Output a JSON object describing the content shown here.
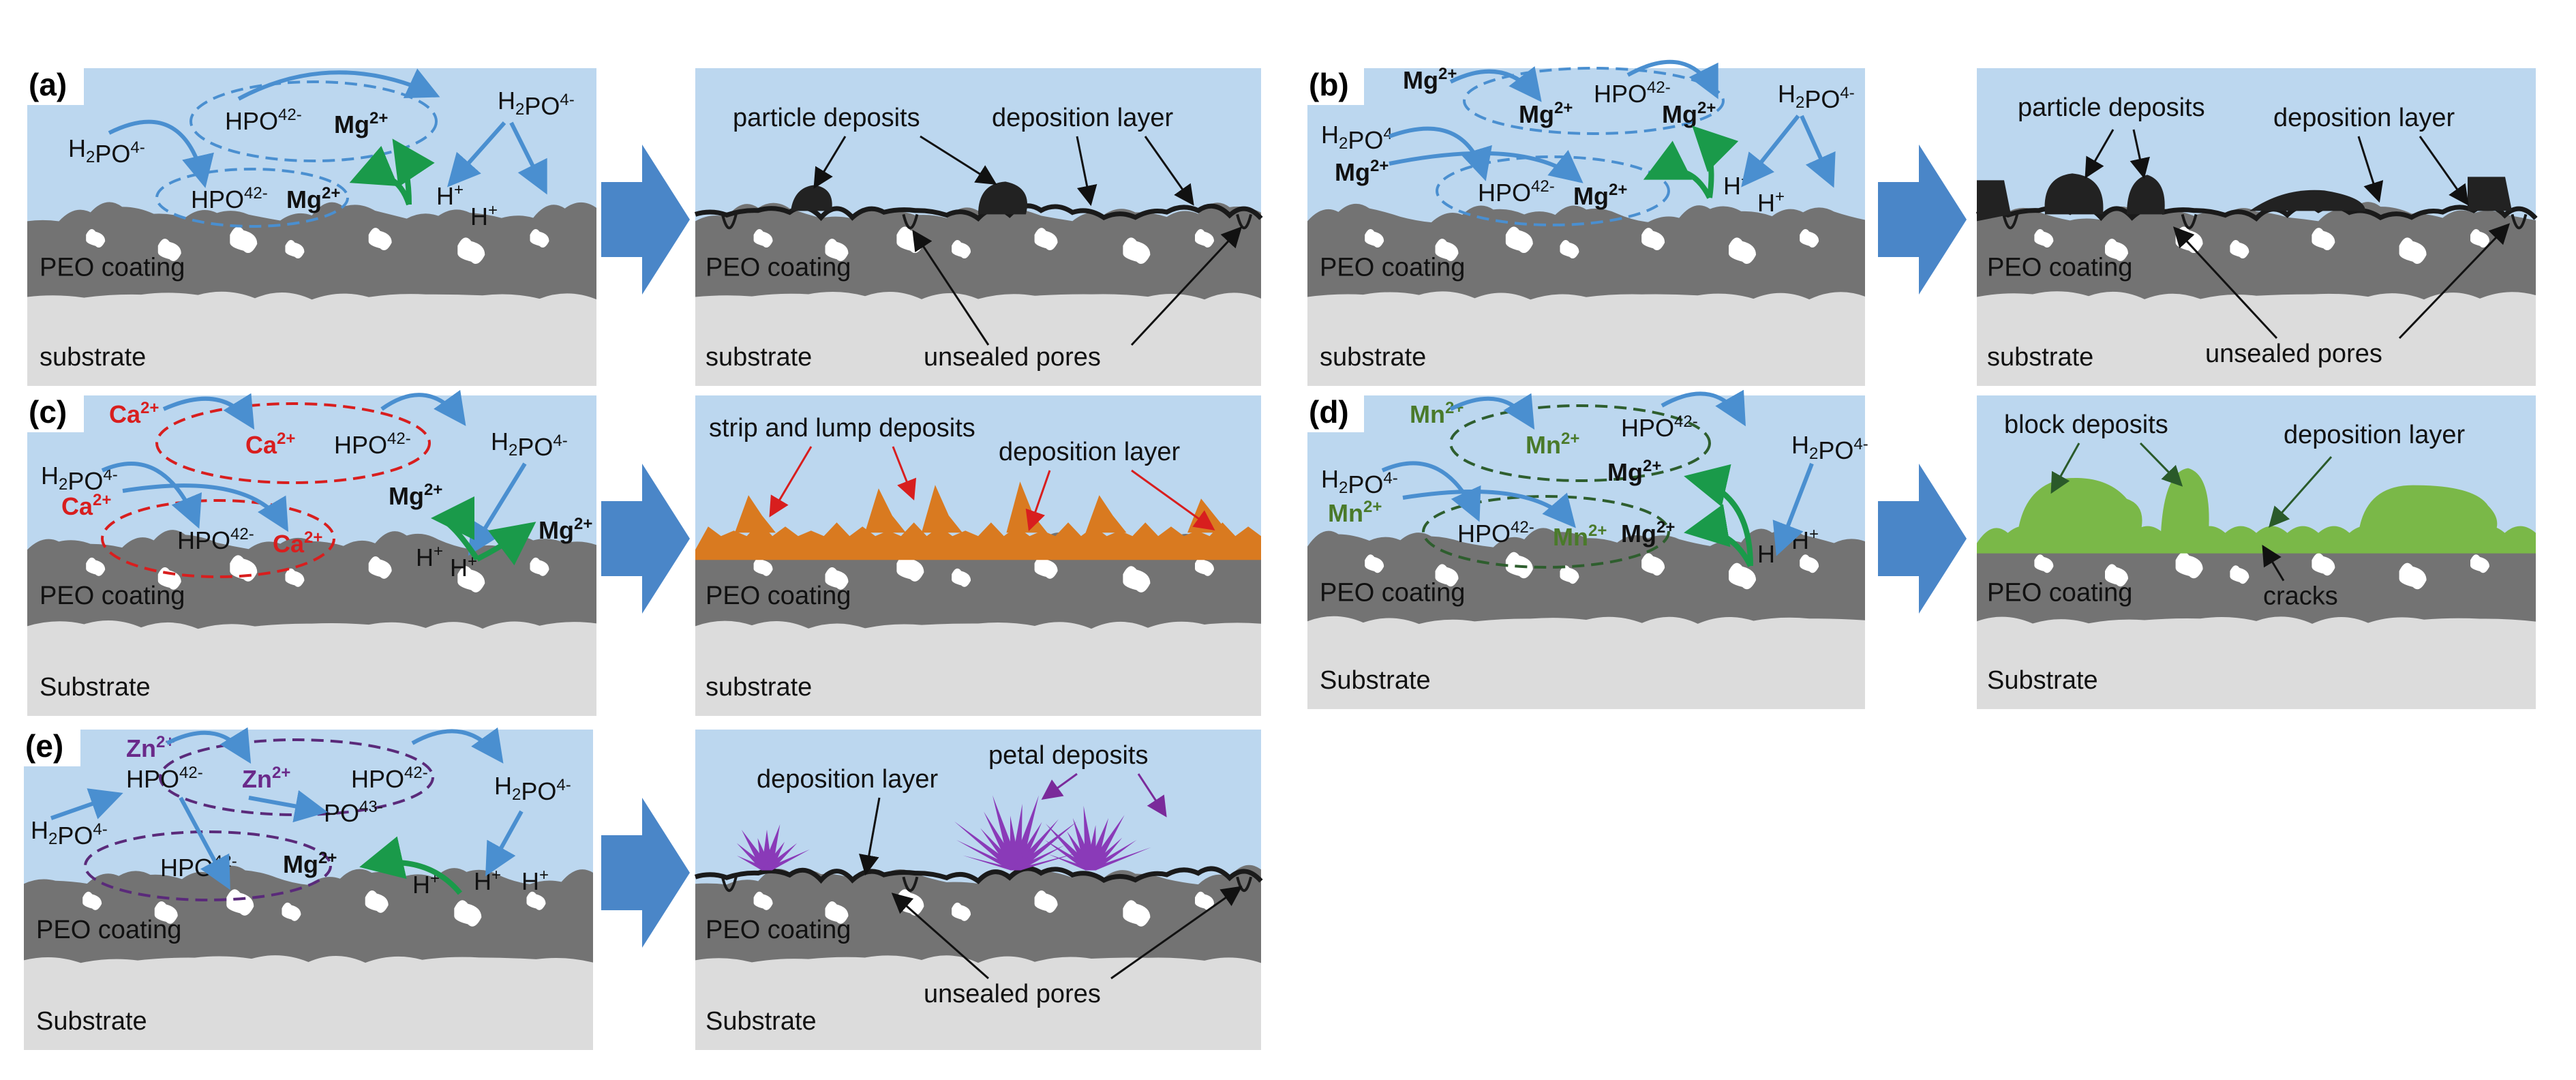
{
  "colors": {
    "solution": "#bcd7ef",
    "coating": "#737373",
    "coating_dark": "#5a5a5a",
    "substrate": "#dcdcdc",
    "arrow_blue": "#4a8fd0",
    "arrow_big": "#4a86c8",
    "arrow_green": "#1a9a4a",
    "deposit_black": "#222222",
    "ca_red": "#d81e1e",
    "deposit_orange": "#d97a20",
    "mn_green": "#4a7a2a",
    "deposit_green": "#7ab848",
    "zn_purple": "#6a2a8a",
    "deposit_purple": "#8a3ab8"
  },
  "panels": [
    {
      "id": "a",
      "label": "(a)",
      "left": {
        "coating_label": "PEO coating",
        "substrate_label": "substrate",
        "ions": {
          "h2po4_left": "H2PO4-",
          "h2po4_right": "H2PO4-",
          "hpo4_top": "HPO42-",
          "mg_top": "Mg2+",
          "hpo4_bottom": "HPO42-",
          "mg_bottom": "Mg2+",
          "h_a": "H+",
          "h_b": "H+"
        }
      },
      "right": {
        "coating_label": "PEO coating",
        "substrate_label": "substrate",
        "deposit_label": "particle deposits",
        "layer_label": "deposition layer",
        "bottom_label": "unsealed pores"
      }
    },
    {
      "id": "b",
      "label": "(b)",
      "left": {
        "coating_label": "PEO coating",
        "substrate_label": "substrate",
        "ions": {
          "mg_topleft": "Mg2+",
          "hpo4_top": "HPO42-",
          "mg_top1": "Mg2+",
          "mg_top2": "Mg2+",
          "h2po4_right": "H2PO4-",
          "h2po4_left": "H2PO4-",
          "mg_left": "Mg2+",
          "hpo4_bottom": "HPO42-",
          "mg_bottom": "Mg2+",
          "h_a": "H+",
          "h_b": "H+"
        }
      },
      "right": {
        "coating_label": "PEO coating",
        "substrate_label": "substrate",
        "deposit_label": "particle deposits",
        "layer_label": "deposition layer",
        "bottom_label": "unsealed pores"
      }
    },
    {
      "id": "c",
      "label": "(c)",
      "left": {
        "coating_label": "PEO coating",
        "substrate_label": "Substrate",
        "ions": {
          "ca_top": "Ca2+",
          "ca_circle": "Ca2+",
          "hpo4_top": "HPO42-",
          "h2po4_right": "H2PO4-",
          "h2po4_left": "H2PO4-",
          "ca_left": "Ca2+",
          "hpo4_bottom": "HPO42-",
          "ca_bottom": "Ca2+",
          "mg_mid": "Mg2+",
          "mg_right": "Mg2+",
          "h_a": "H+",
          "h_b": "H+"
        }
      },
      "right": {
        "coating_label": "PEO coating",
        "substrate_label": "substrate",
        "deposit_label": "strip and lump deposits",
        "layer_label": "deposition layer"
      }
    },
    {
      "id": "d",
      "label": "(d)",
      "left": {
        "coating_label": "PEO coating",
        "substrate_label": "Substrate",
        "ions": {
          "mn_top": "Mn2+",
          "mn_circle": "Mn2+",
          "hpo4_top": "HPO42-",
          "h2po4_right": "H2PO4-",
          "h2po4_left": "H2PO4-",
          "mn_left": "Mn2+",
          "mg_mid": "Mg2+",
          "hpo4_bottom": "HPO42-",
          "mn_bottom": "Mn2+",
          "mg_bottom": "Mg2+",
          "h_a": "H+",
          "h_b": "H+"
        }
      },
      "right": {
        "coating_label": "PEO coating",
        "substrate_label": "Substrate",
        "deposit_label": "block deposits",
        "layer_label": "deposition layer",
        "bottom_label": "cracks"
      }
    },
    {
      "id": "e",
      "label": "(e)",
      "left": {
        "coating_label": "PEO coating",
        "substrate_label": "Substrate",
        "ions": {
          "zn_top": "Zn2+",
          "zn_circle": "Zn2+",
          "hpo4_top": "HPO42-",
          "hpo4_left": "HPO42-",
          "po4": "PO43-",
          "h2po4_right": "H2PO4-",
          "h2po4_left": "H2PO4-",
          "hpo4_bottom": "HPO42-",
          "mg_bottom": "Mg2+",
          "h_a": "H+",
          "h_b": "H+",
          "h_c": "H+"
        }
      },
      "right": {
        "coating_label": "PEO coating",
        "substrate_label": "Substrate",
        "deposit_label": "petal deposits",
        "layer_label": "deposition layer",
        "bottom_label": "unsealed pores"
      }
    }
  ]
}
